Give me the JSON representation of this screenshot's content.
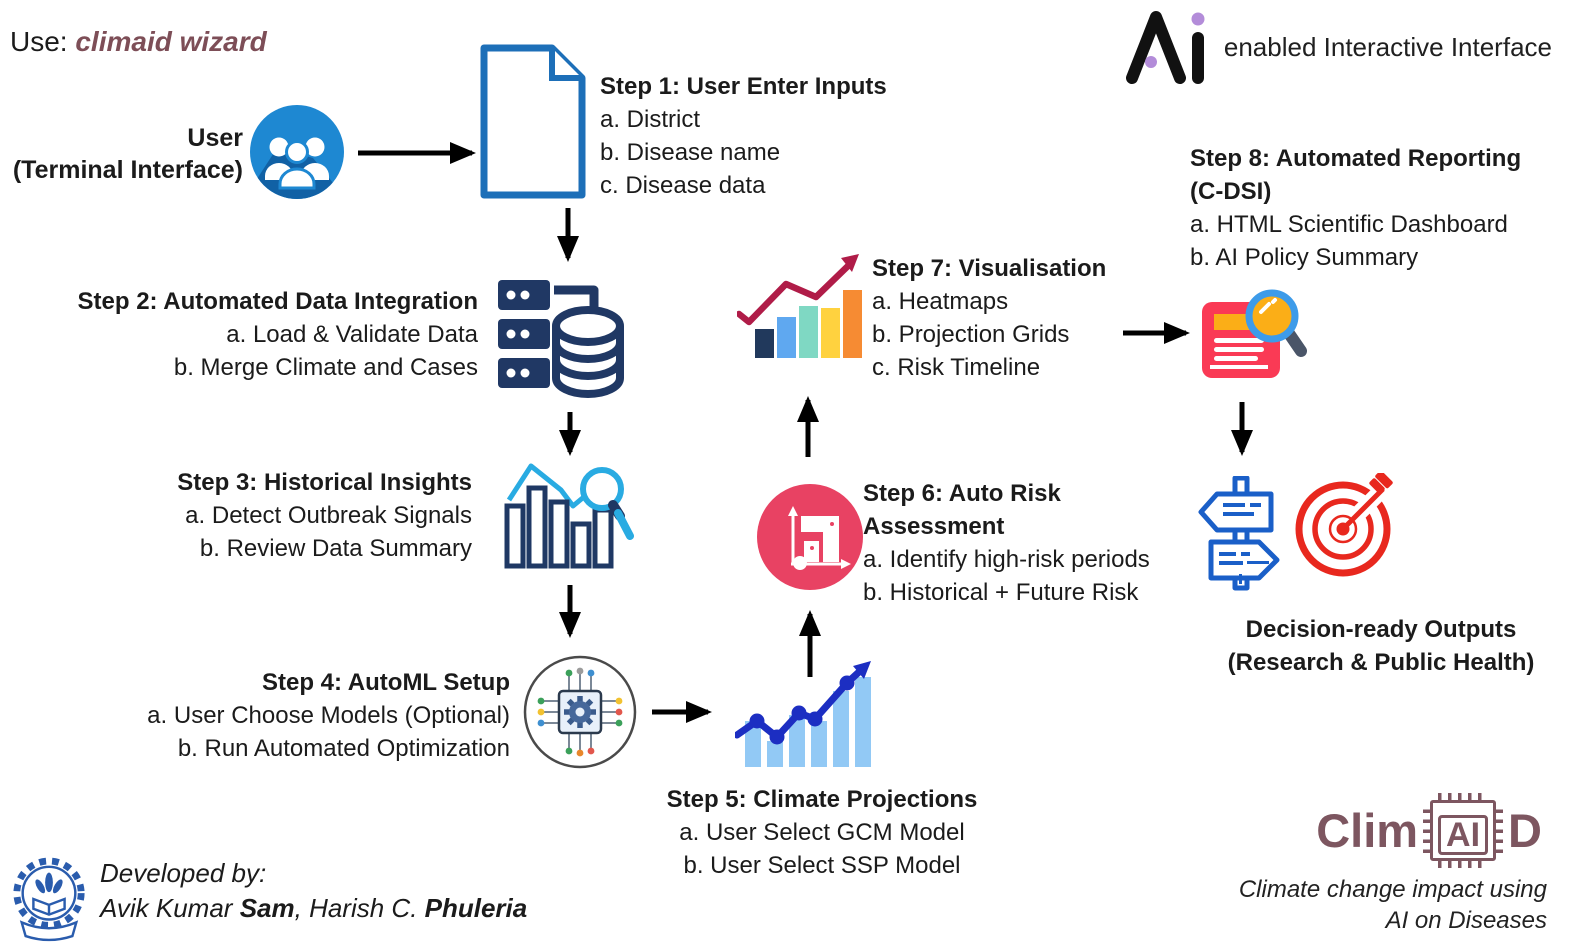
{
  "header": {
    "use_label": "Use:",
    "app_name": "climaid wizard",
    "ai_tagline": "enabled Interactive Interface"
  },
  "user": {
    "line1": "User",
    "line2": "(Terminal Interface)"
  },
  "steps": [
    {
      "title": "Step 1: User Enter Inputs",
      "items": [
        "a. District",
        "b. Disease name",
        "c. Disease data"
      ]
    },
    {
      "title": "Step 2: Automated Data Integration",
      "items": [
        "a. Load & Validate Data",
        "b. Merge Climate and Cases"
      ]
    },
    {
      "title": "Step 3: Historical Insights",
      "items": [
        "a. Detect Outbreak Signals",
        "b. Review Data Summary"
      ]
    },
    {
      "title": "Step 4: AutoML Setup",
      "items": [
        "a. User Choose Models (Optional)",
        "b. Run Automated Optimization"
      ]
    },
    {
      "title": "Step 5: Climate Projections",
      "items": [
        "a. User Select GCM Model",
        "b. User Select SSP Model"
      ]
    },
    {
      "title_lines": [
        "Step 6: Auto Risk",
        "Assessment"
      ],
      "items": [
        "a. Identify high-risk periods",
        "b. Historical + Future Risk"
      ]
    },
    {
      "title": "Step 7: Visualisation",
      "items": [
        "a. Heatmaps",
        "b. Projection Grids",
        "c. Risk Timeline"
      ]
    },
    {
      "title_lines": [
        "Step 8: Automated Reporting",
        "(C-DSI)"
      ],
      "items": [
        "a. HTML Scientific Dashboard",
        "b. AI Policy Summary"
      ]
    }
  ],
  "outputs": {
    "line1": "Decision-ready Outputs",
    "line2": "(Research & Public Health)"
  },
  "credits": {
    "developed_by": "Developed by:",
    "author1_prefix": "Avik Kumar ",
    "author1_bold": "Sam",
    "separator": ", ",
    "author2_prefix": "Harish C. ",
    "author2_bold": "Phuleria"
  },
  "brand": {
    "logo_prefix": "Clim",
    "logo_chip": "AI",
    "logo_suffix": "D",
    "tagline_line1": "Climate change impact using",
    "tagline_line2": "AI on Diseases"
  },
  "icons": {
    "user": "user-group-icon",
    "step1": "document-icon",
    "step2": "database-server-icon",
    "step3": "bar-chart-magnifier-icon",
    "step4": "automl-chip-icon",
    "step5": "climate-trend-chart-icon",
    "step6": "risk-axes-icon",
    "step7": "colorful-bar-chart-icon",
    "step8": "report-magnifier-icon",
    "outputs_left": "signpost-icon",
    "outputs_right": "target-dart-icon",
    "footer_left": "iit-bombay-logo",
    "header_right": "ai-lambda-logo"
  },
  "colors": {
    "user_blue": "#1E88D2",
    "user_shadow": "#1161A5",
    "doc_border": "#1D6FB8",
    "navy": "#203864",
    "outline_navy": "#1F3864",
    "light_blue": "#29ABE2",
    "bar_light_blue": "#92C9F5",
    "trend_blue": "#1C2EC2",
    "risk_pink": "#E84263",
    "viz_navy": "#21395C",
    "viz_blue": "#5FA8F0",
    "viz_teal": "#7FD8C3",
    "viz_yellow": "#FFD23F",
    "viz_orange": "#F68B33",
    "crimson": "#B01C48",
    "report_red": "#FA3A55",
    "report_yellow": "#FBAE17",
    "magnifier_blue": "#3D9BE9",
    "handle_gray": "#4A5568",
    "signpost_blue": "#1A5FC8",
    "target_red": "#E8281E",
    "brand_mauve": "#7D5660",
    "app_name_mauve": "#7D4E57",
    "dot_purple": "#B38CD9",
    "iit_blue": "#2A5CAD",
    "arrow_black": "#000000"
  }
}
